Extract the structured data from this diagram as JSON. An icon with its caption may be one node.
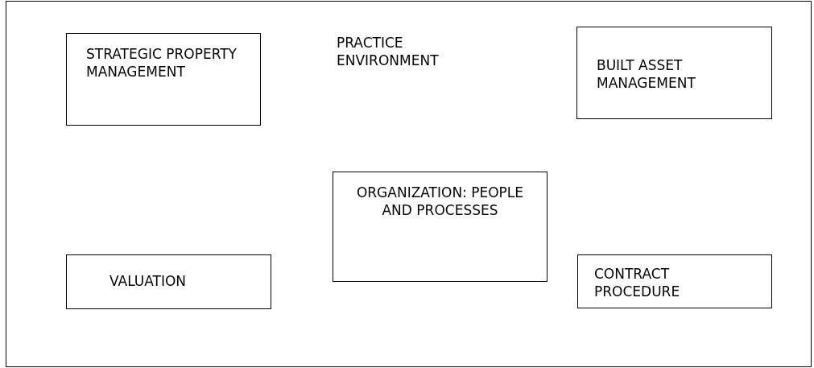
{
  "diagram": {
    "nodes": [
      {
        "text": [
          "PRACTICE ENVIRONMENT"
        ]
      },
      {
        "text": [
          "STRATEGIC PROPERTY MANAGEMENT"
        ],
        "in": 0
      },
      {
        "text": [
          "BUILT ASSET MANAGEMENT"
        ],
        "in": 0
      },
      {
        "text": [
          "ORGANIZATION: PEOPLE AND PROCESSES"
        ],
        "in": 0
      },
      {
        "text": [
          "VALUATION"
        ],
        "in": 0
      },
      {
        "text": [
          "CONTRACT PROCEDURE"
        ],
        "in": 0
      }
    ]
  }
}
